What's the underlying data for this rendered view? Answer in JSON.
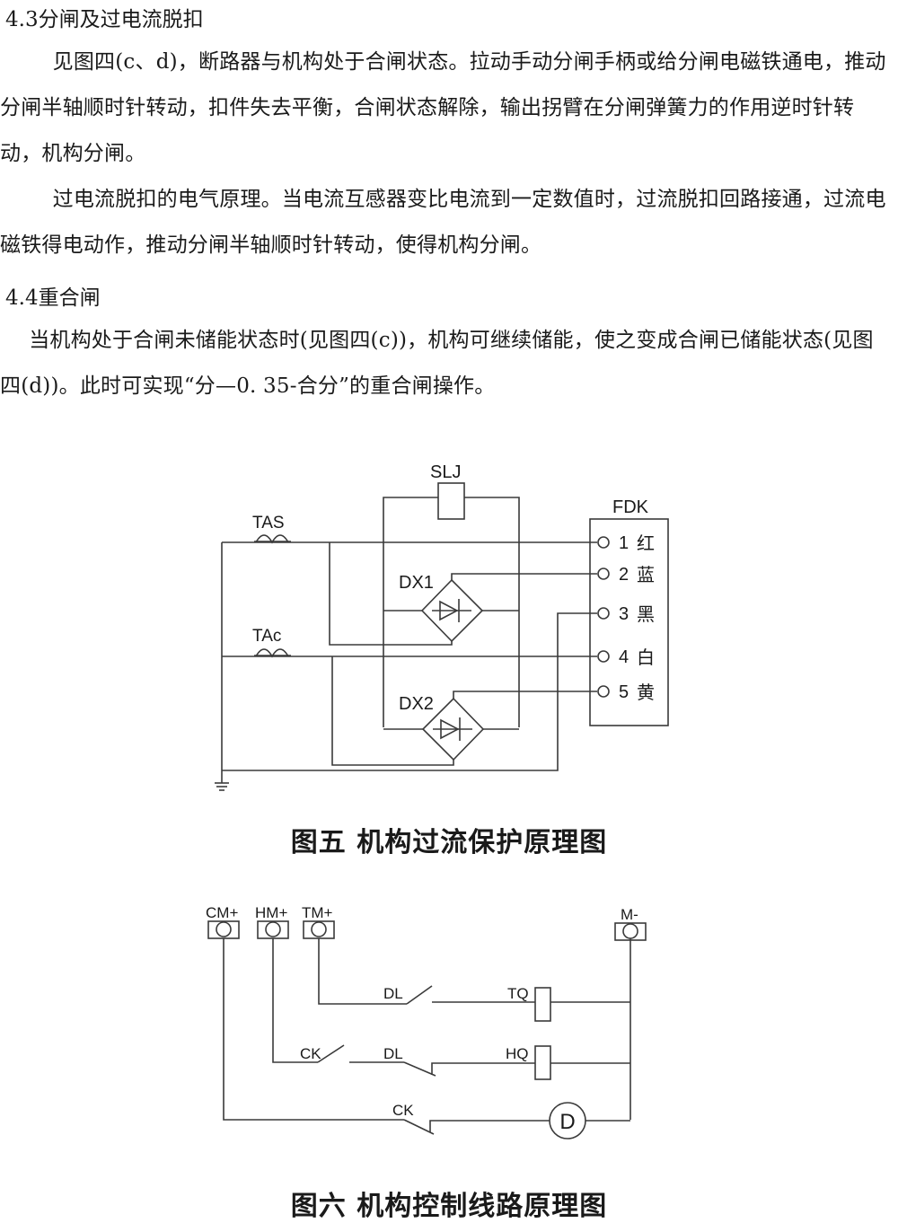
{
  "section_4_3": {
    "heading": "4.3分闸及过电流脱扣",
    "para1": "见图四(c、d)，断路器与机构处于合闸状态。拉动手动分闸手柄或给分闸电磁铁通电，推动分闸半轴顺时针转动，扣件失去平衡，合闸状态解除，输出拐臂在分闸弹簧力的作用逆时针转动，机构分闸。",
    "para2": "过电流脱扣的电气原理。当电流互感器变比电流到一定数值时，过流脱扣回路接通，过流电磁铁得电动作，推动分闸半轴顺时针转动，使得机构分闸。"
  },
  "section_4_4": {
    "heading": "4.4重合闸",
    "para1": "当机构处于合闸未储能状态时(见图四(c))，机构可继续储能，使之变成合闸已储能状态(见图四(d))。此时可实现“分—0. 35-合分”的重合闸操作。"
  },
  "figure5": {
    "caption": "图五 机构过流保护原理图",
    "labels": {
      "slj": "SLJ",
      "fdk": "FDK",
      "tas": "TAS",
      "tac": "TAc",
      "dx1": "DX1",
      "dx2": "DX2"
    },
    "terminals": [
      {
        "num": "1",
        "color": "红"
      },
      {
        "num": "2",
        "color": "蓝"
      },
      {
        "num": "3",
        "color": "黑"
      },
      {
        "num": "4",
        "color": "白"
      },
      {
        "num": "5",
        "color": "黄"
      }
    ]
  },
  "figure6": {
    "caption": "图六 机构控制线路原理图",
    "terminals": [
      "CM+",
      "HM+",
      "TM+",
      "M-"
    ],
    "labels": {
      "dl_top": "DL",
      "tq": "TQ",
      "ck_mid": "CK",
      "dl_mid": "DL",
      "hq": "HQ",
      "ck_bottom": "CK",
      "motor": "D"
    }
  }
}
